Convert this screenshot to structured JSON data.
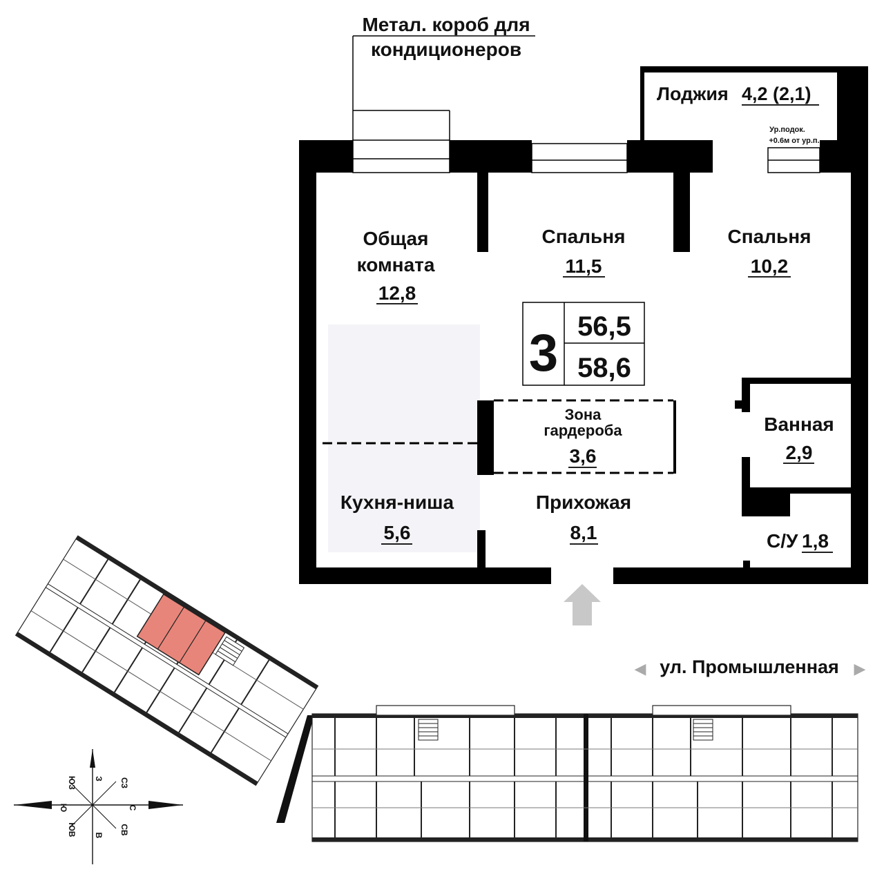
{
  "annotation": {
    "line1": "Метал. короб для",
    "line2": "кондиционеров"
  },
  "rooms": {
    "loggia": {
      "label": "Лоджия",
      "area": "4,2 (2,1)"
    },
    "windowsill_note": {
      "line1": "Ур.подок.",
      "line2": "+0.6м от ур.п."
    },
    "living": {
      "line1": "Общая",
      "line2": "комната",
      "area": "12,8"
    },
    "bedroom1": {
      "label": "Спальня",
      "area": "11,5"
    },
    "bedroom2": {
      "label": "Спальня",
      "area": "10,2"
    },
    "wardrobe": {
      "line1": "Зона",
      "line2": "гардероба",
      "area": "3,6"
    },
    "bathroom": {
      "label": "Ванная",
      "area": "2,9"
    },
    "kitchen": {
      "label": "Кухня-ниша",
      "area": "5,6"
    },
    "hallway": {
      "label": "Прихожая",
      "area": "8,1"
    },
    "wc": {
      "label": "С/У",
      "area": "1,8"
    }
  },
  "summary": {
    "rooms_count": "3",
    "living_area": "56,5",
    "total_area": "58,6"
  },
  "street": {
    "name": "ул. Промышленная",
    "left_arrow": "◀",
    "right_arrow": "▶"
  },
  "compass": {
    "north": "З",
    "south": "В",
    "east": "С",
    "west": "Ю",
    "nw": "ЮЗ",
    "ne": "СЗ",
    "sw": "ЮВ",
    "se": "СВ"
  },
  "colors": {
    "wall": "#000000",
    "highlight": "#e8857a",
    "kitchen_zone": "#f4f4f8",
    "entrance_arrow": "#c8c8c8"
  }
}
